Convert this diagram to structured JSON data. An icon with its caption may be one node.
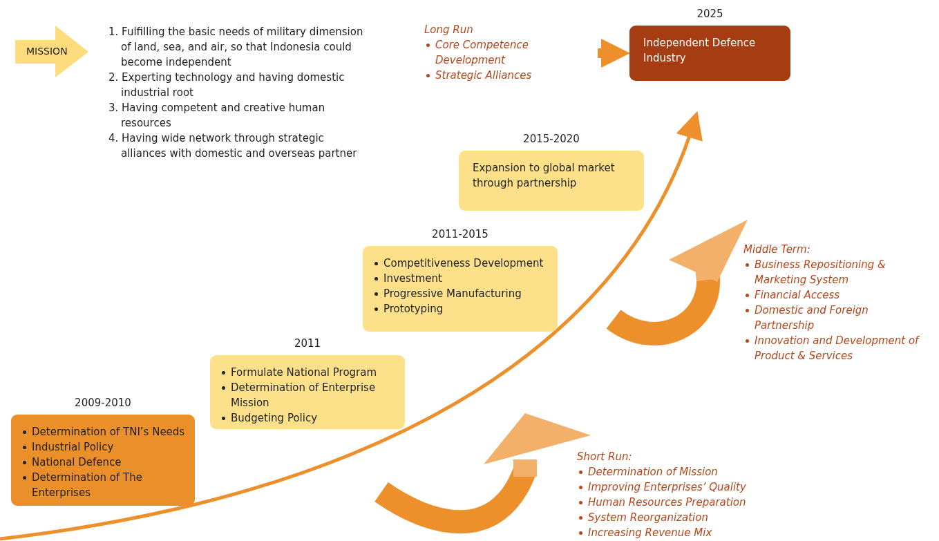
{
  "diagram": {
    "nodes": [
      {
        "text": [
          "MISSION"
        ]
      },
      {
        "text": [
          "2009-2010",
          "Determination of TNI’s Needs",
          "Industrial Policy",
          "National Defence",
          "Determination of The Enterprises"
        ]
      },
      {
        "text": [
          "2011",
          "Formulate National Program",
          "Determination of Enterprise Mission",
          "Budgeting Policy"
        ]
      },
      {
        "text": [
          "2011-2015",
          "Competitiveness Development",
          "Investment",
          "Progressive Manufacturing",
          "Prototyping"
        ]
      },
      {
        "text": [
          "2015-2020",
          "Expansion to global market through partnership"
        ]
      },
      {
        "text": [
          "2025",
          "Independent Defence Industry"
        ]
      }
    ],
    "edges": [
      {
        "from": null,
        "to": 5,
        "arrow": "to"
      }
    ],
    "labels": [
      "1. Fulfilling the basic needs of military dimension of land, sea, and air, so that Indonesia could become independent",
      "2. Experting technology and having domestic industrial root",
      "3. Having competent and creative human resources",
      "4. Having wide network through strategic alliances with domestic and overseas partner",
      "Long Run",
      "Core Competence Development",
      "Strategic Alliances",
      "Middle Term:",
      "Business Repositioning & Marketing System",
      "Financial Access",
      "Domestic and Foreign Partnership",
      "Innovation and Development of Product & Services",
      "Short Run:",
      "Determination of Mission",
      "Improving Enterprises’ Quality",
      "Human Resources Preparation",
      "System Reorganization",
      "Increasing Revenue Mix"
    ]
  }
}
